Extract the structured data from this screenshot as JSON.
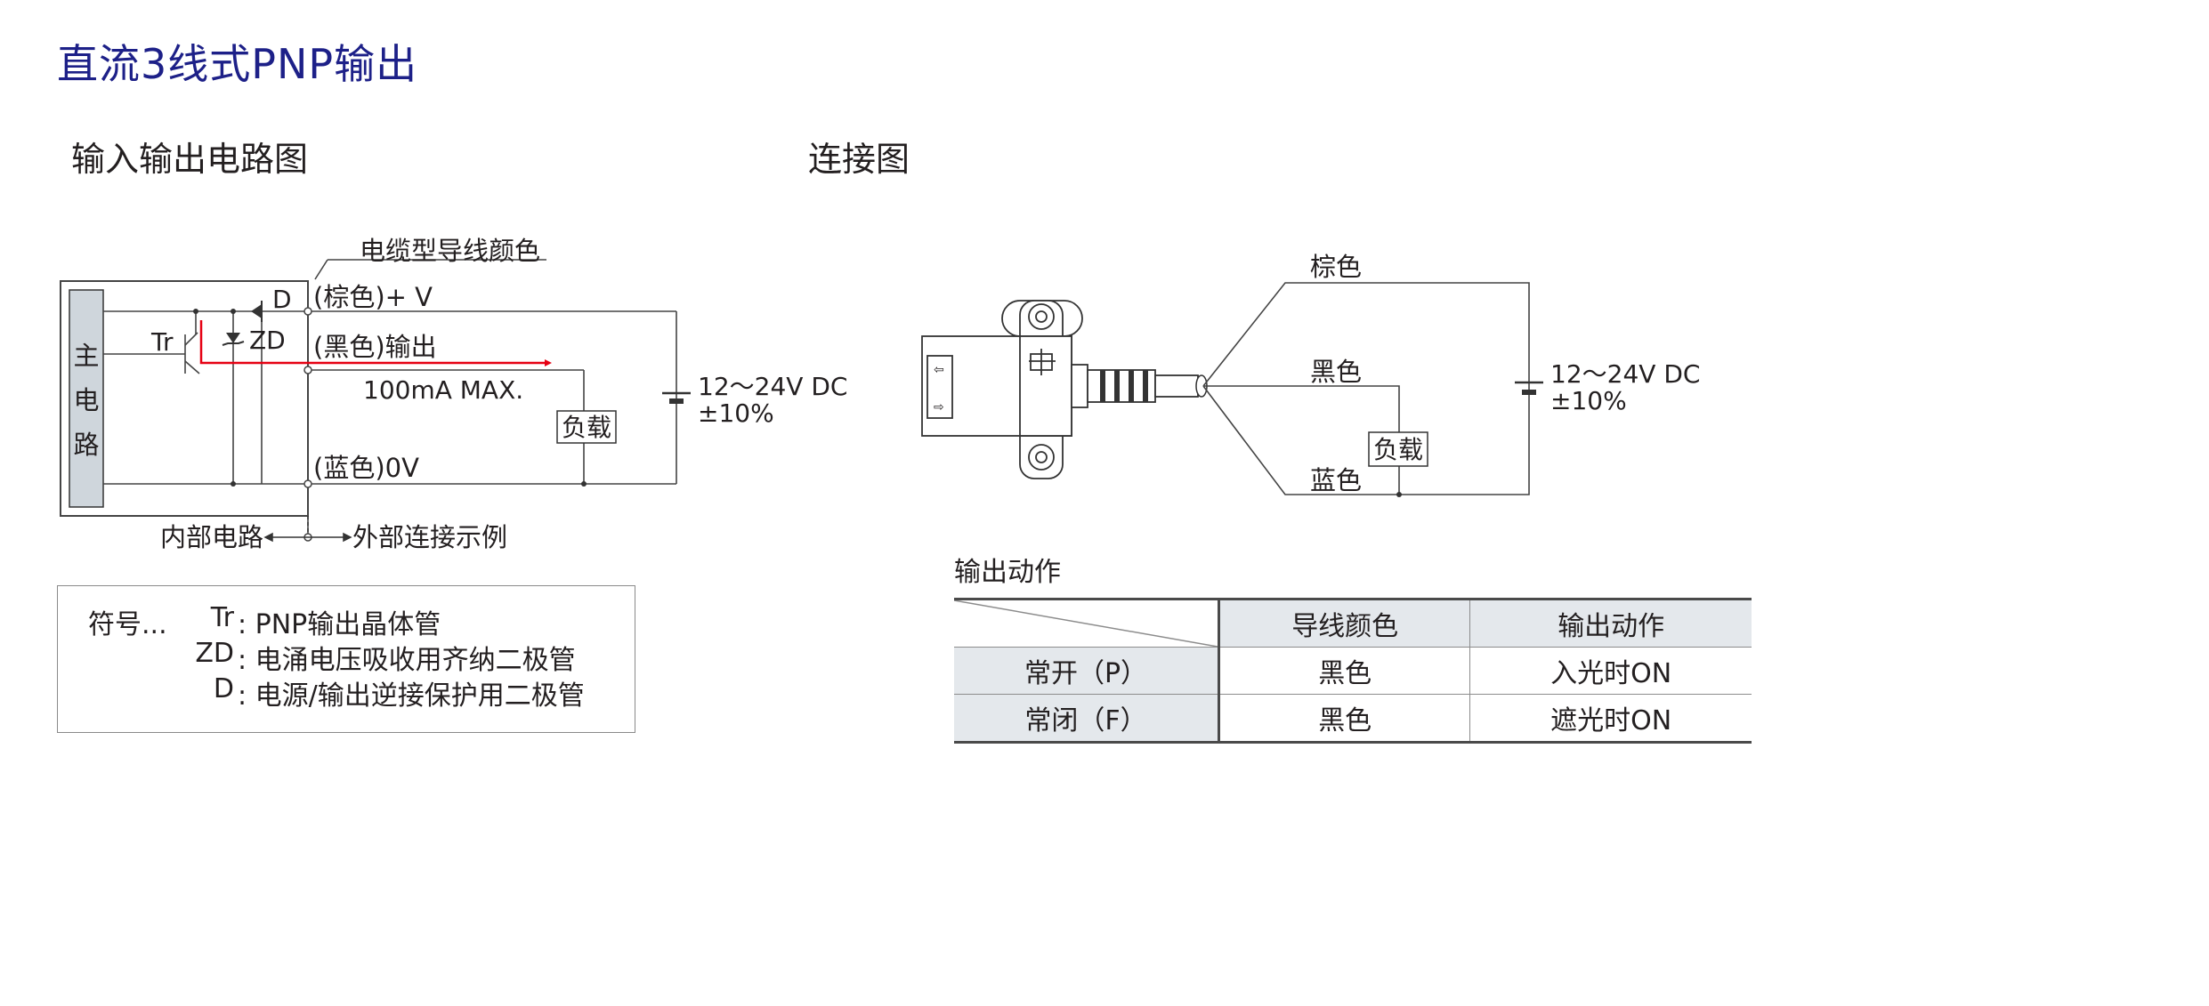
{
  "page_title": "直流3线式PNP输出",
  "sections": {
    "circuit": "输入输出电路图",
    "connection": "连接图"
  },
  "circuit": {
    "cable_color_label": "电缆型导线颜色",
    "main_circuit": [
      "主",
      "电",
      "路"
    ],
    "tr": "Tr",
    "d": "D",
    "zd": "ZD",
    "brown_plus": "(棕色)+ V",
    "black_out": "(黑色)输出",
    "max_current": "100mA MAX.",
    "load": "负载",
    "supply": "12～24V DC",
    "tolerance": "±10%",
    "blue_0v": "(蓝色)0V",
    "internal": "内部电路",
    "external": "外部连接示例"
  },
  "legend": {
    "prefix": "符号...",
    "lines": [
      {
        "sym": "Tr",
        "desc": ": PNP输出晶体管"
      },
      {
        "sym": "ZD",
        "desc": ": 电涌电压吸收用齐纳二极管"
      },
      {
        "sym": "D",
        "desc": ": 电源/输出逆接保护用二极管"
      }
    ]
  },
  "connection": {
    "brown": "棕色",
    "black": "黑色",
    "blue": "蓝色",
    "load": "负载",
    "supply": "12～24V DC",
    "tolerance": "±10%"
  },
  "output_action": {
    "title": "输出动作",
    "headers": [
      "导线颜色",
      "输出动作"
    ],
    "rows": [
      {
        "mode": "常开（P）",
        "wire": "黑色",
        "action": "入光时ON"
      },
      {
        "mode": "常闭（F）",
        "wire": "黑色",
        "action": "遮光时ON"
      }
    ]
  },
  "colors": {
    "title": "#1d2088",
    "output_path": "#e60012",
    "table_header_bg": "#e4e8ec"
  }
}
